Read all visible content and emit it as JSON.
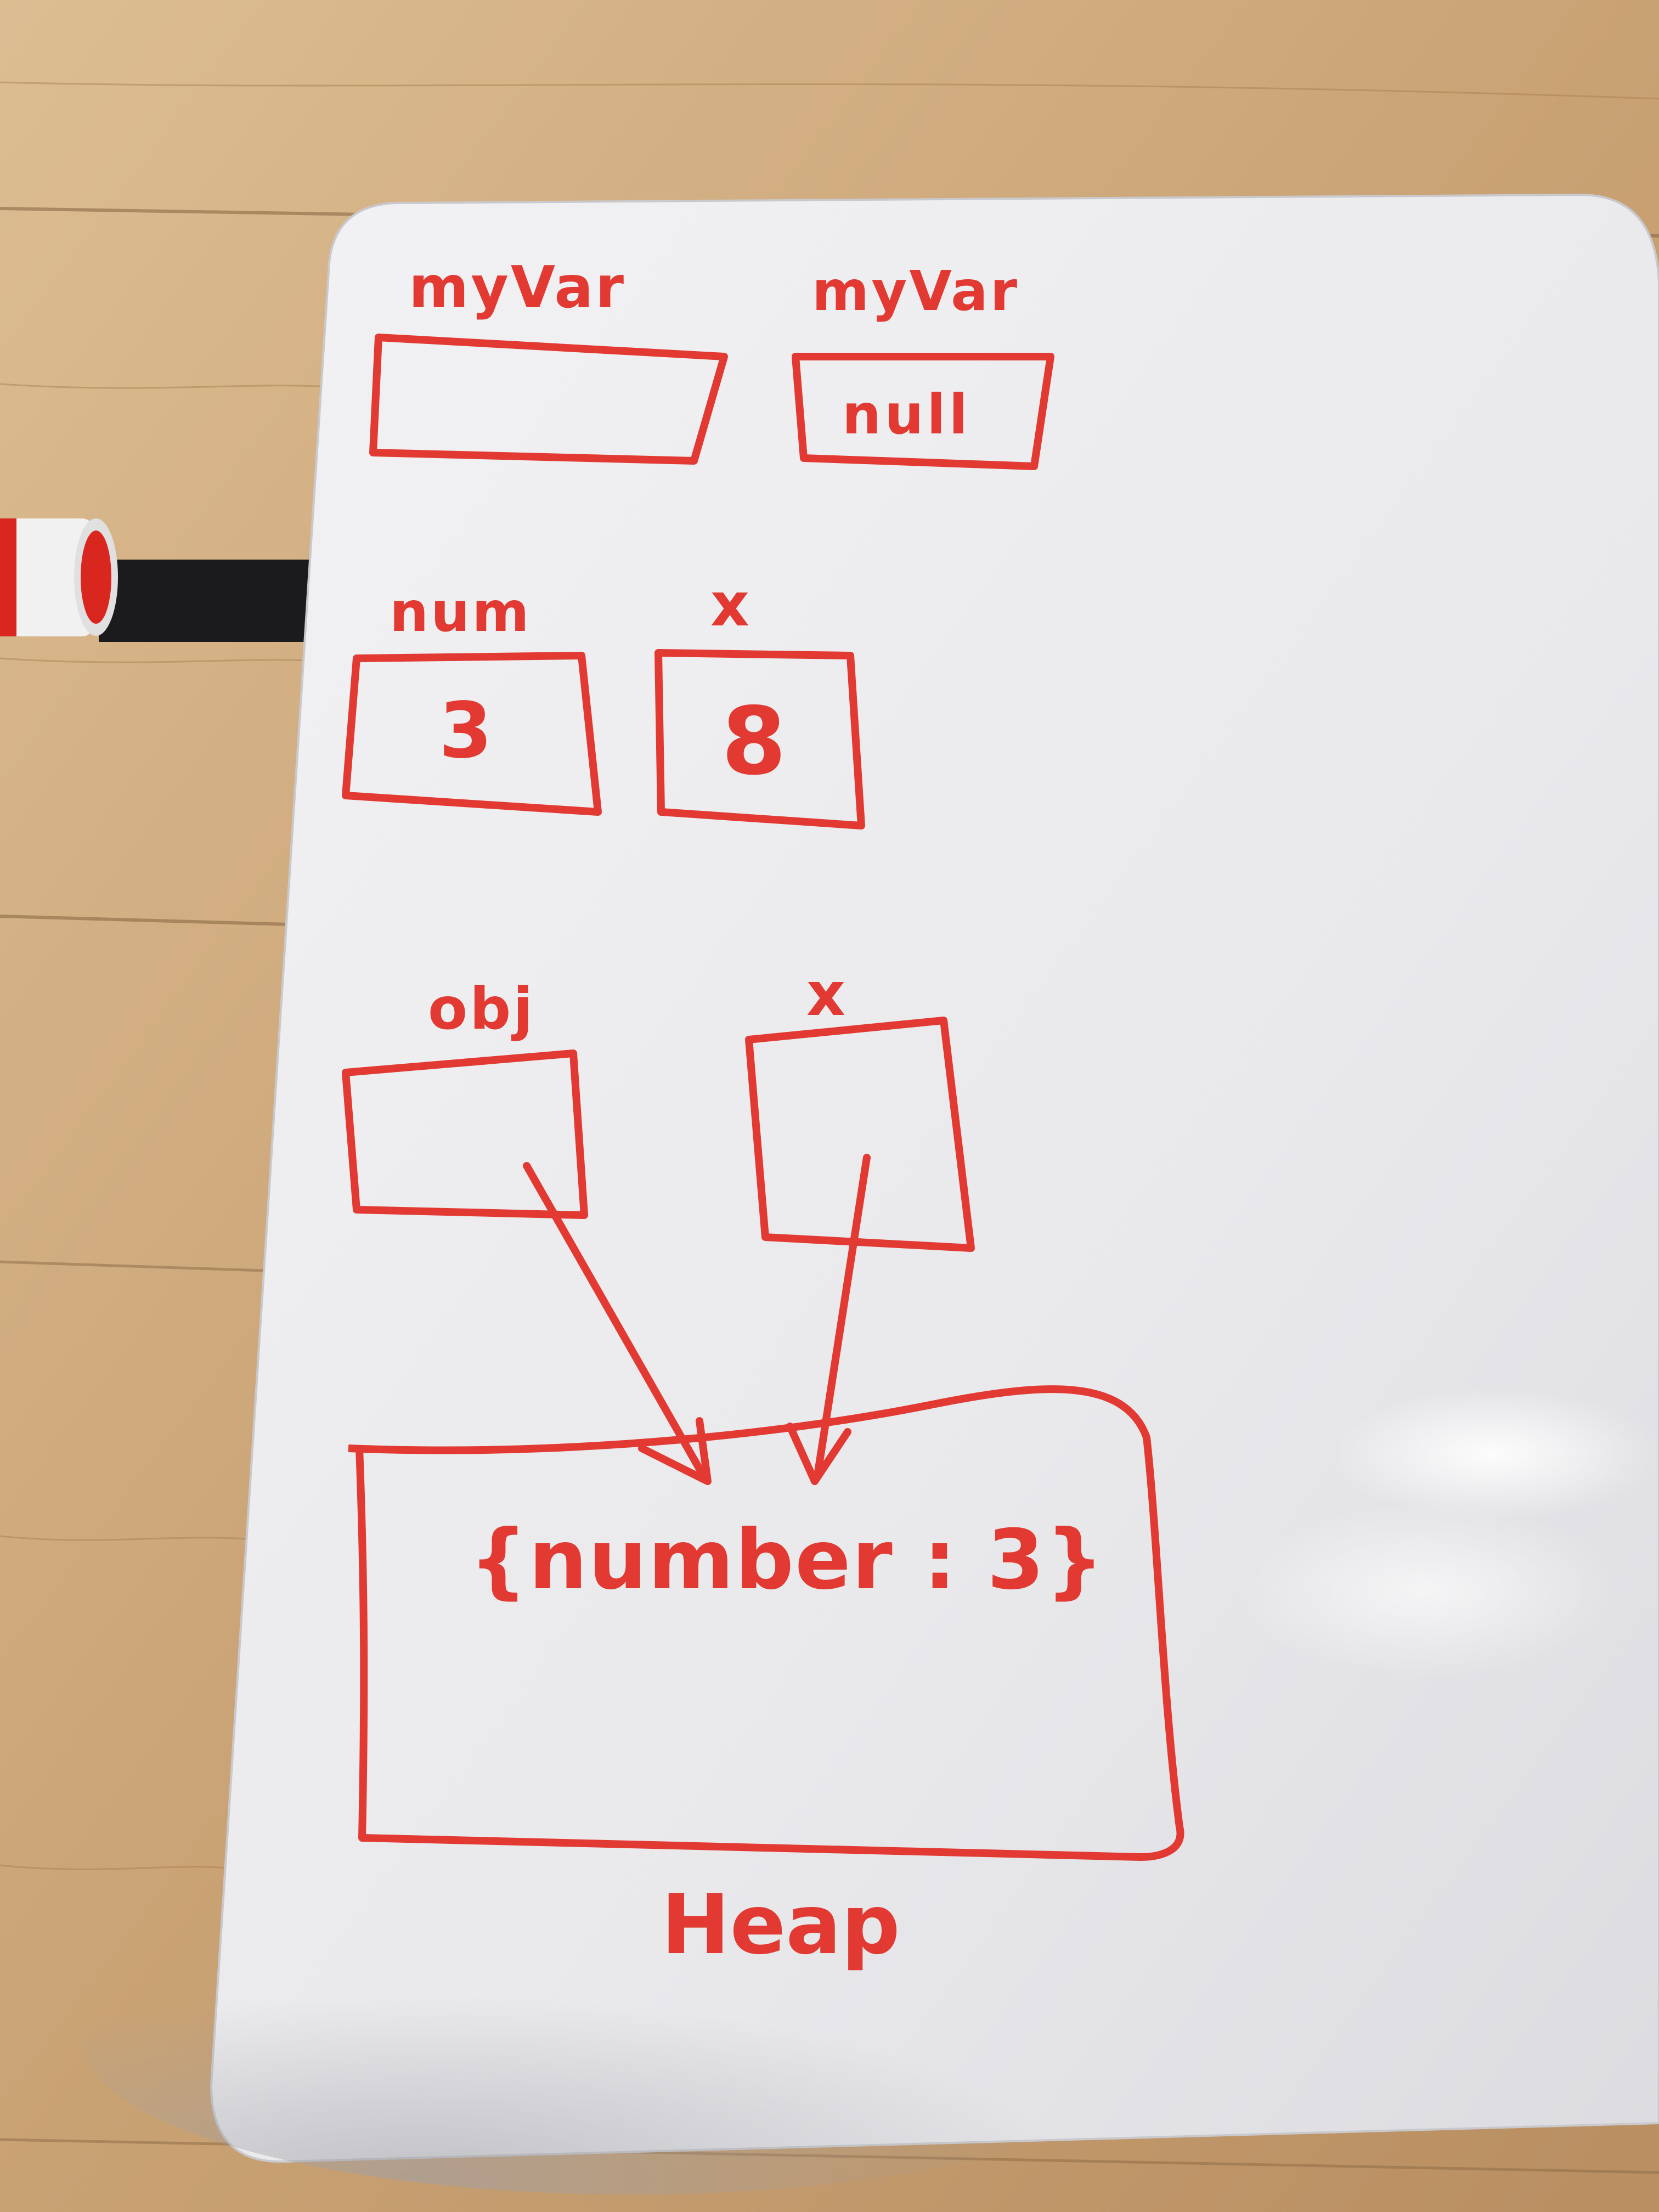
{
  "colors": {
    "marker_red": "#e23a32",
    "board_white": "#eeeef0",
    "wood_light": "#d8b88e",
    "wood_dark": "#b38a5c"
  },
  "board": {
    "stack_row1": {
      "left_name": "myVar",
      "right_name": "myVar",
      "right_value": "null"
    },
    "stack_row2": {
      "left_name": "num",
      "left_value": "3",
      "right_name": "x",
      "right_value": "8"
    },
    "stack_row3": {
      "left_name": "obj",
      "right_name": "x"
    },
    "heap": {
      "object_text": "{number : 3}",
      "label": "Heap"
    }
  }
}
